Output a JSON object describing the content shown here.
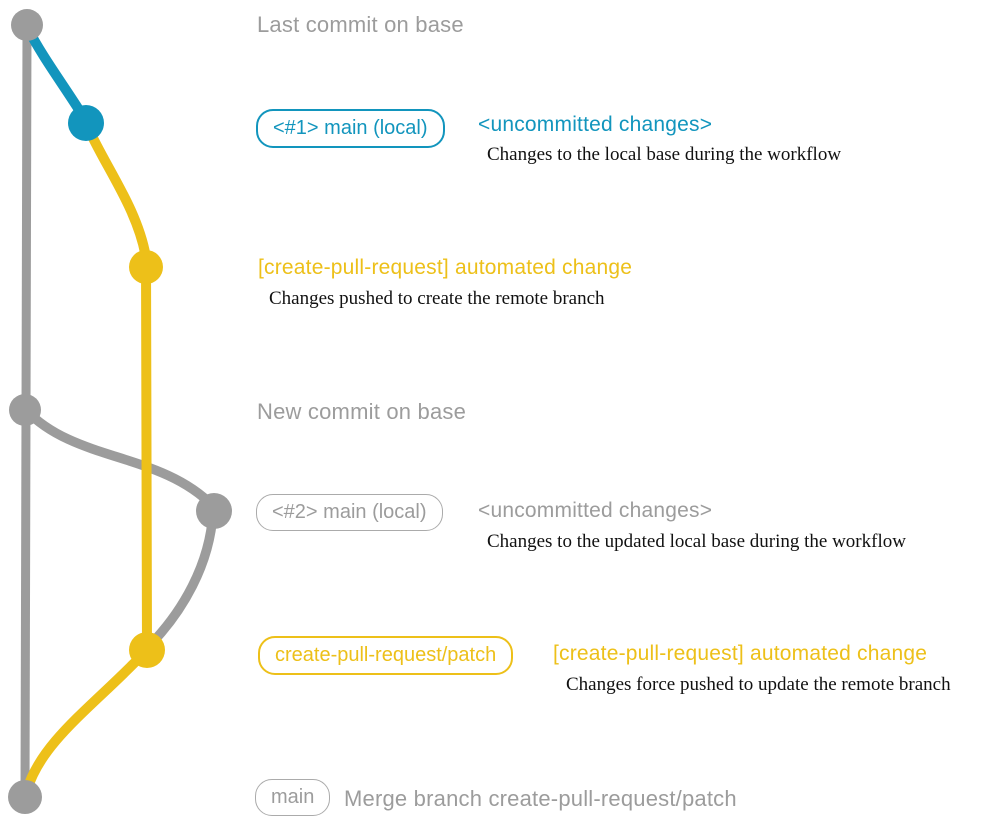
{
  "colors": {
    "gray": "#9c9c9c",
    "blue": "#1295bd",
    "yellow": "#edc019",
    "border_gray": "#ababab",
    "desc_black": "#111111",
    "bg": "#ffffff"
  },
  "graph": {
    "branches": [
      {
        "name": "base (main remote)",
        "color": "#9c9c9c"
      },
      {
        "name": "main (local)",
        "color": "#1295bd"
      },
      {
        "name": "create-pull-request/patch",
        "color": "#edc019"
      }
    ],
    "commits": [
      {
        "id": "last-base-commit",
        "color": "#9c9c9c"
      },
      {
        "id": "local-uncommitted-1",
        "color": "#1295bd"
      },
      {
        "id": "automated-change-1",
        "color": "#edc019"
      },
      {
        "id": "new-base-commit",
        "color": "#9c9c9c"
      },
      {
        "id": "local-uncommitted-2",
        "color": "#9c9c9c"
      },
      {
        "id": "automated-change-2",
        "color": "#edc019"
      },
      {
        "id": "merge-commit",
        "color": "#9c9c9c"
      }
    ]
  },
  "annotations": {
    "last_commit": {
      "label": "Last commit on base"
    },
    "main_local_1": {
      "badge": "<#1> main (local)",
      "title": "<uncommitted changes>",
      "desc": "Changes to the local base during the workflow"
    },
    "automated_change_1": {
      "title": "[create-pull-request] automated change",
      "desc": "Changes pushed to create the remote branch"
    },
    "new_commit": {
      "label": "New commit on base"
    },
    "main_local_2": {
      "badge": "<#2> main (local)",
      "title": "<uncommitted changes>",
      "desc": "Changes to the updated local base during the workflow"
    },
    "automated_change_2": {
      "badge": "create-pull-request/patch",
      "title": "[create-pull-request] automated change",
      "desc": "Changes force pushed to update the remote branch"
    },
    "merge": {
      "badge": "main",
      "title": "Merge branch create-pull-request/patch"
    }
  }
}
